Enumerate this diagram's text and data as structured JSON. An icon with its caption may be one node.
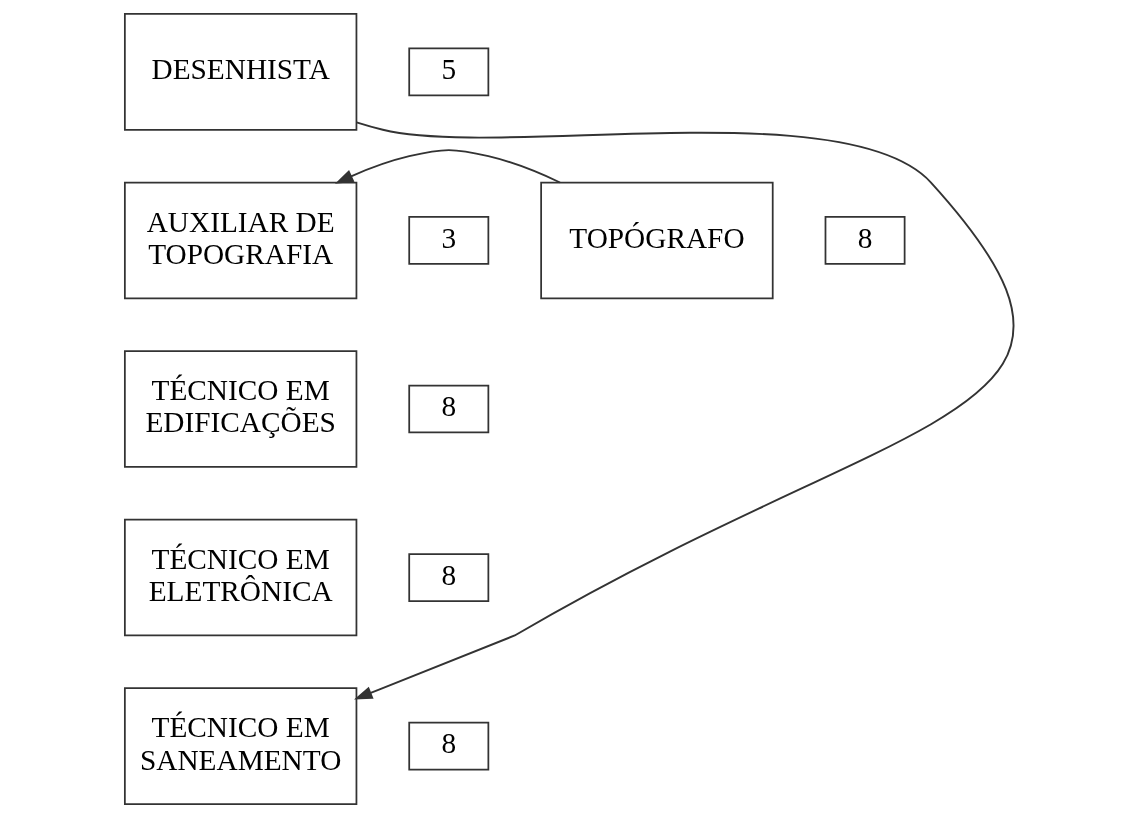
{
  "diagram": {
    "nodes": [
      {
        "text": [
          "DESENHISTA"
        ]
      },
      {
        "text": [
          "5"
        ]
      },
      {
        "text": [
          "AUXILIAR DE TOPOGRAFIA"
        ]
      },
      {
        "text": [
          "3"
        ]
      },
      {
        "text": [
          "TOPÓGRAFO"
        ]
      },
      {
        "text": [
          "8"
        ]
      },
      {
        "text": [
          "TÉCNICO EM EDIFICAÇÕES"
        ]
      },
      {
        "text": [
          "8"
        ]
      },
      {
        "text": [
          "TÉCNICO EM ELETRÔNICA"
        ]
      },
      {
        "text": [
          "8"
        ]
      },
      {
        "text": [
          "TÉCNICO EM SANEAMENTO"
        ]
      },
      {
        "text": [
          "8"
        ]
      }
    ],
    "edges": [
      {
        "from": 4,
        "to": 2,
        "arrow": "to"
      },
      {
        "from": 0,
        "to": 10,
        "arrow": "to"
      }
    ]
  }
}
